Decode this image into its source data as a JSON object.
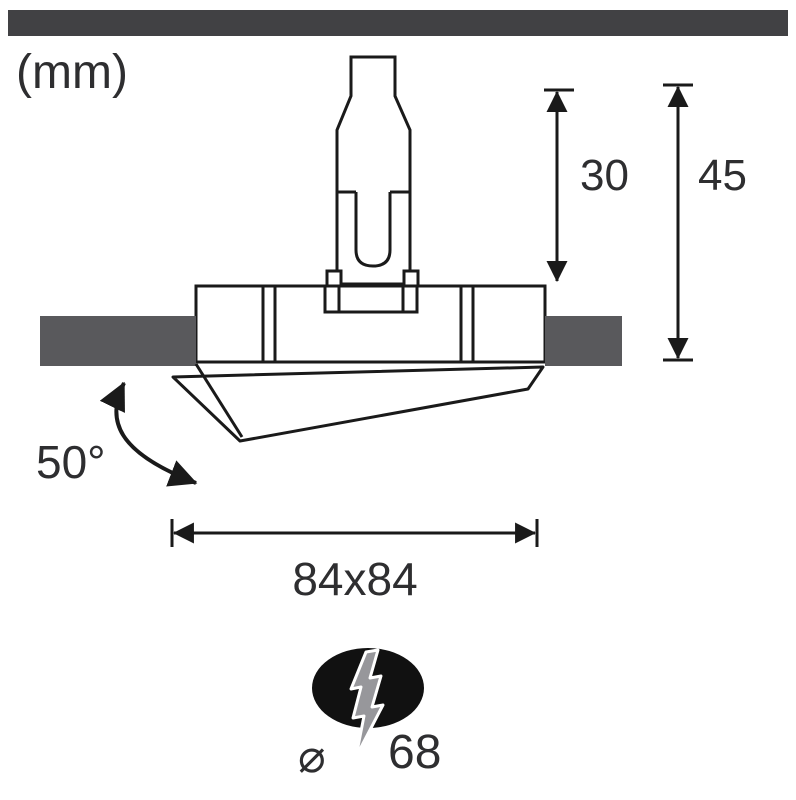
{
  "unit_label": "(mm)",
  "dimensions": {
    "connector_height": "30",
    "total_height": "45",
    "tilt_angle": "50°",
    "frame_size": "84x84",
    "cutout_symbol": "⌀",
    "cutout_diameter": "68"
  },
  "colors": {
    "line": "#1a1a1a",
    "divider_bar": "#414144",
    "ceiling_block": "#59595c",
    "cutout_fill": "#111111",
    "bolt_fill": "#97979b",
    "text": "#2e2e30"
  }
}
